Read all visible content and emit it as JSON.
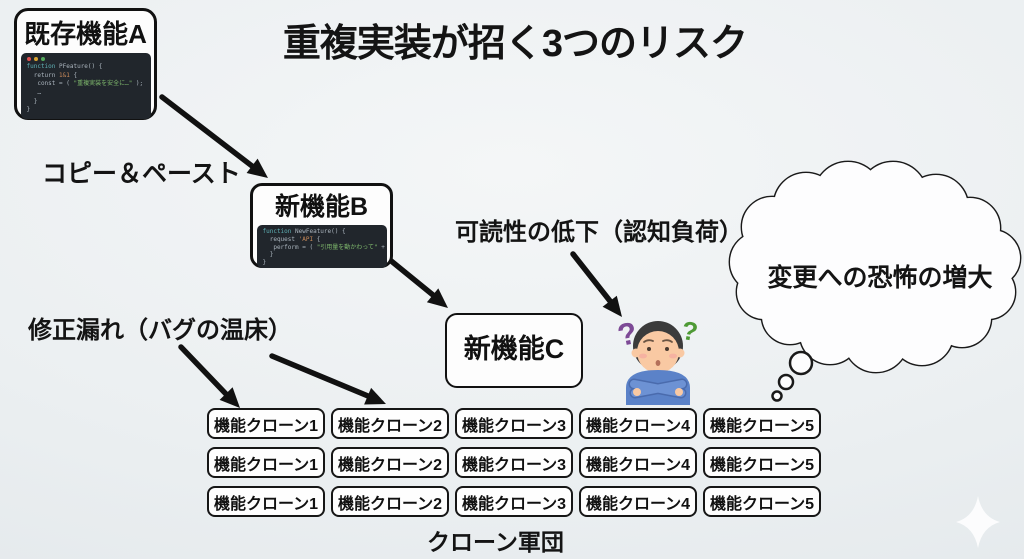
{
  "title": "重複実装が招く3つのリスク",
  "diagram": {
    "existing_feature": {
      "label": "既存機能A",
      "code": [
        [
          [
            "kw",
            "function"
          ],
          [
            "plain",
            " PFeature() {"
          ]
        ],
        [
          [
            "plain",
            "  return "
          ],
          [
            "num",
            "1&1"
          ],
          [
            "plain",
            " {"
          ]
        ],
        [
          [
            "plain",
            "   const = ( "
          ],
          [
            "str",
            "\"重複実装を安全に…\""
          ],
          [
            "plain",
            " );"
          ]
        ],
        [
          [
            "plain",
            "   …"
          ]
        ],
        [
          [
            "plain",
            "  }"
          ]
        ],
        [
          [
            "plain",
            "}"
          ]
        ]
      ]
    },
    "copy_paste_label": "コピー＆ペースト",
    "new_feature_b": {
      "label": "新機能B",
      "code": [
        [
          [
            "kw",
            "function"
          ],
          [
            "plain",
            " NewFeature() {"
          ]
        ],
        [
          [
            "plain",
            "  request "
          ],
          [
            "num",
            "'API"
          ],
          [
            "plain",
            " {"
          ]
        ],
        [
          [
            "plain",
            "   perform = ( "
          ],
          [
            "str",
            "\"引用量を動かわって\""
          ],
          [
            "plain",
            " + );"
          ]
        ],
        [
          [
            "plain",
            "  }"
          ]
        ],
        [
          [
            "plain",
            "}"
          ]
        ]
      ]
    },
    "new_feature_c": {
      "label": "新機能C"
    },
    "risks": {
      "readability": "可読性の低下（認知負荷）",
      "fix_leak": "修正漏れ（バグの温床）",
      "fear": "変更への恐怖の増大"
    },
    "clone_grid": {
      "rows": 3,
      "columns": [
        "機能クローン1",
        "機能クローン2",
        "機能クローン3",
        "機能クローン4",
        "機能クローン5"
      ]
    },
    "clone_army_label": "クローン軍団"
  },
  "icons": {
    "window_buttons": [
      "close-dot",
      "minimize-dot",
      "maximize-dot"
    ],
    "question_marks": [
      "question-mark-left",
      "question-mark-right"
    ],
    "watermark": "sparkle"
  },
  "colors": {
    "background": "#ebeff1",
    "box_border": "#111111",
    "code_background": "#21262c",
    "dot_red": "#e05252",
    "dot_yellow": "#d9a431",
    "dot_green": "#53a95c",
    "arrow": "#111111",
    "person_shirt": "#5b82c8",
    "person_skin": "#f9c9a3",
    "question_purple": "#7d4a96",
    "question_green": "#4e9a35"
  }
}
